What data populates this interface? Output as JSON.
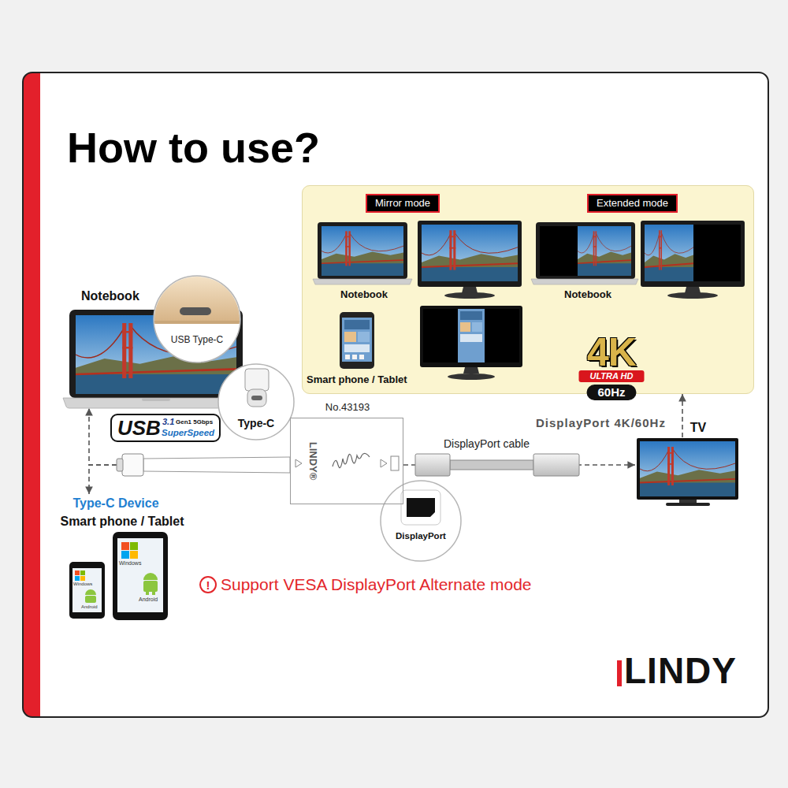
{
  "diagram": {
    "title": "How to use?",
    "nodes": [
      {
        "text": [
          "Notebook",
          "Notebook",
          "Smart phone / Tablet"
        ]
      },
      {
        "text": [
          "Mirror mode"
        ],
        "in": 0
      },
      {
        "text": [
          "Extended mode"
        ],
        "in": 0
      },
      {
        "text": [
          "Notebook"
        ]
      },
      {
        "text": [
          "No.43193"
        ]
      },
      {
        "text": [
          "TV"
        ]
      },
      {
        "text": [
          "Type-C Device",
          "Smart phone / Tablet"
        ]
      }
    ],
    "edges": [
      {
        "from": 4,
        "to": 3,
        "arrow": "to"
      },
      {
        "from": 4,
        "to": 6,
        "arrow": "to"
      },
      {
        "from": 4,
        "to": 5,
        "arrow": "to"
      },
      {
        "from": 5,
        "to": 0,
        "arrow": "to"
      }
    ],
    "labels": [
      "4K",
      "ULTRA HD",
      "60Hz",
      "USB Type-C",
      "USB",
      "3.1",
      "Gen1 5Gbps",
      "SuperSpeed",
      "Type-C",
      "DisplayPort 4K/60Hz",
      "DisplayPort cable",
      "LINDY®",
      "DisplayPort",
      "Windows",
      "Android",
      "Windows",
      "Android",
      "!",
      "Support VESA DisplayPort Alternate mode",
      "LINDY"
    ]
  }
}
